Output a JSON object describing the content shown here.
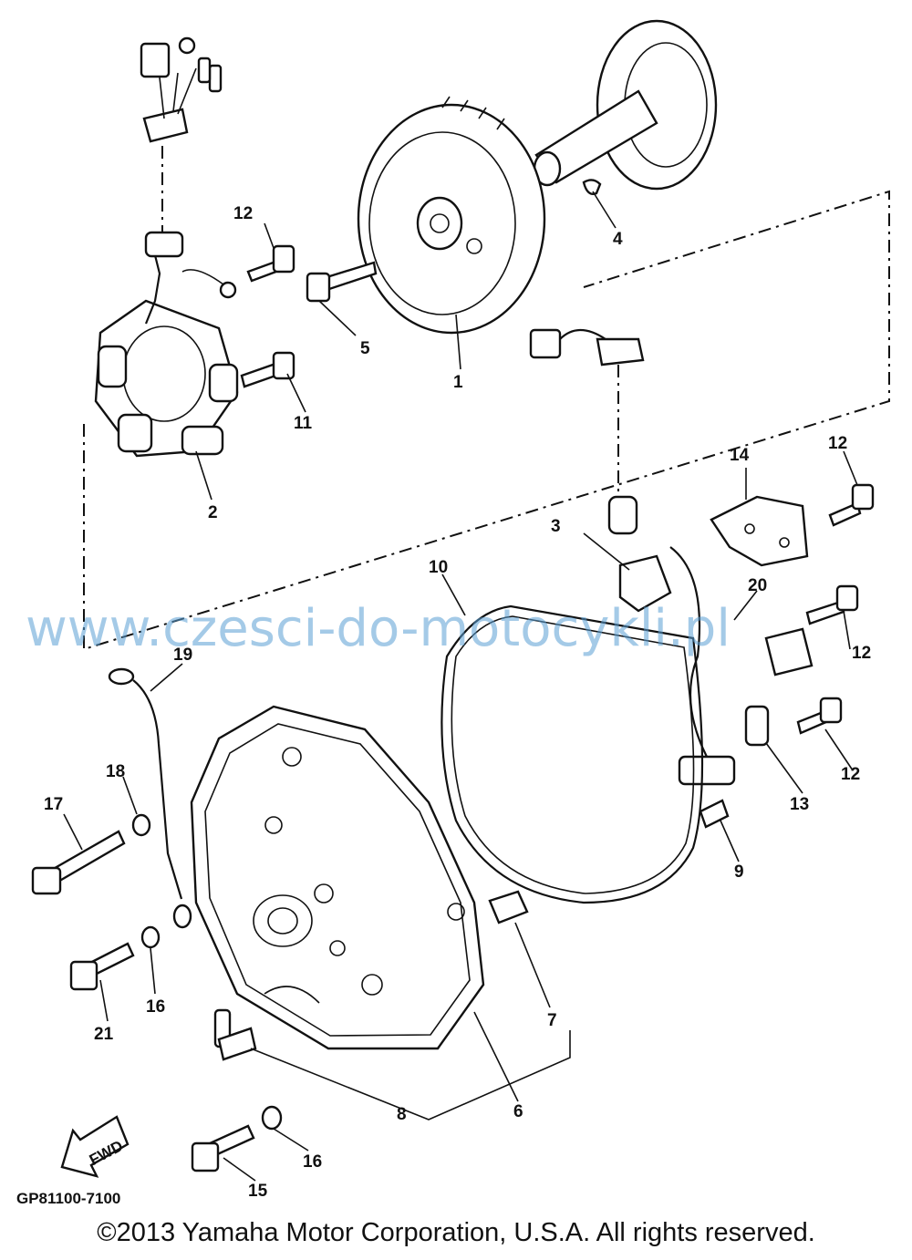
{
  "diagram": {
    "code": "GP81100-7100",
    "fwd_label": "FWD",
    "watermark": "www.czesci-do-motocykli.pl",
    "labels": [
      "1",
      "2",
      "3",
      "4",
      "5",
      "6",
      "7",
      "8",
      "9",
      "10",
      "11",
      "12",
      "12",
      "12",
      "12",
      "13",
      "14",
      "15",
      "16",
      "16",
      "17",
      "18",
      "19",
      "20",
      "21"
    ]
  },
  "footer": {
    "copyright": "©2013 Yamaha Motor Corporation, U.S.A. All rights reserved."
  }
}
